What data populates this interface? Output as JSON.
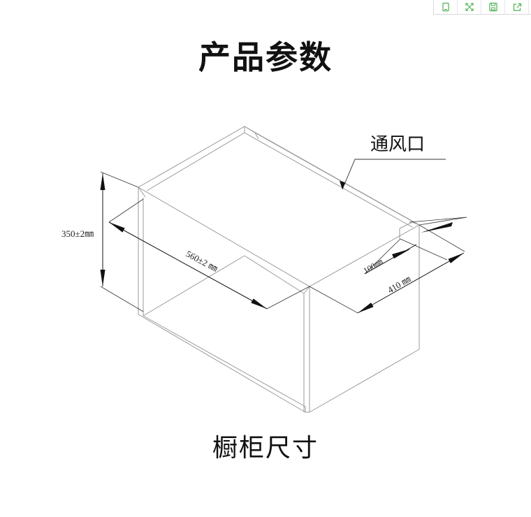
{
  "toolbar": {
    "buttons": [
      {
        "icon": "phone-icon"
      },
      {
        "icon": "fullscreen-icon"
      },
      {
        "icon": "save-icon"
      },
      {
        "icon": "share-icon"
      }
    ],
    "accent_color": "#4caf50"
  },
  "page": {
    "title": "产品参数",
    "caption": "橱柜尺寸"
  },
  "diagram": {
    "vent_label": "通风口",
    "height_label": "350±2㎜",
    "width_label": "560±2 ㎜",
    "vent_depth_label": "100㎜",
    "depth_label": "410 ㎜"
  }
}
